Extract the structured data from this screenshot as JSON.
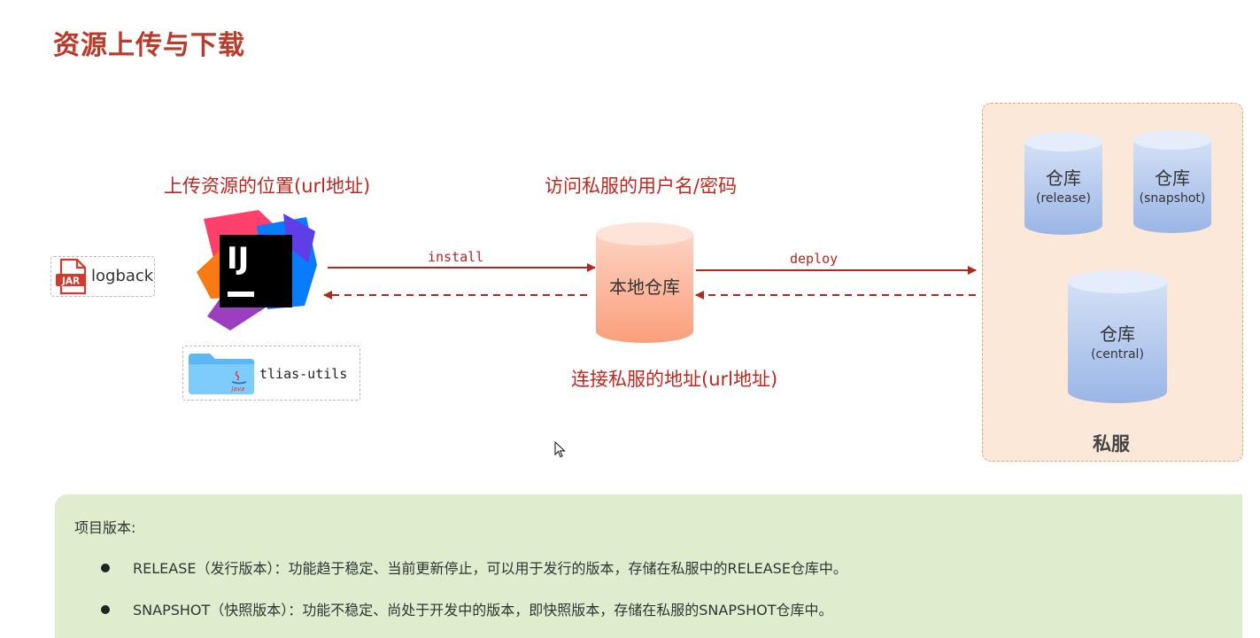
{
  "title": "资源上传与下载",
  "labels": {
    "upload_location": "上传资源的位置(url地址)",
    "credentials": "访问私服的用户名/密码",
    "connect_address": "连接私服的地址(url地址)"
  },
  "jar": {
    "icon_text": "JAR",
    "label": "logback"
  },
  "ide": {
    "icon_text": "IJ"
  },
  "project": {
    "icon_text": "Java",
    "label": "tlias-utils"
  },
  "arrows": {
    "install": "install",
    "deploy": "deploy"
  },
  "local_repo": {
    "label": "本地仓库"
  },
  "private_server": {
    "label": "私服",
    "repos": [
      {
        "name": "仓库",
        "type": "(release)"
      },
      {
        "name": "仓库",
        "type": "(snapshot)"
      },
      {
        "name": "仓库",
        "type": "(central)"
      }
    ]
  },
  "notes": {
    "heading": "项目版本:",
    "items": [
      "RELEASE（发行版本）：功能趋于稳定、当前更新停止，可以用于发行的版本，存储在私服中的RELEASE仓库中。",
      "SNAPSHOT（快照版本）：功能不稳定、尚处于开发中的版本，即快照版本，存储在私服的SNAPSHOT仓库中。"
    ]
  },
  "colors": {
    "title": "#b83b2b",
    "accent_red": "#c0271f",
    "local_repo_fill": "#fbb59a",
    "repo_fill": "#a9c2ea",
    "private_bg": "#fbe8d9",
    "note_bg": "#dfedcf"
  }
}
